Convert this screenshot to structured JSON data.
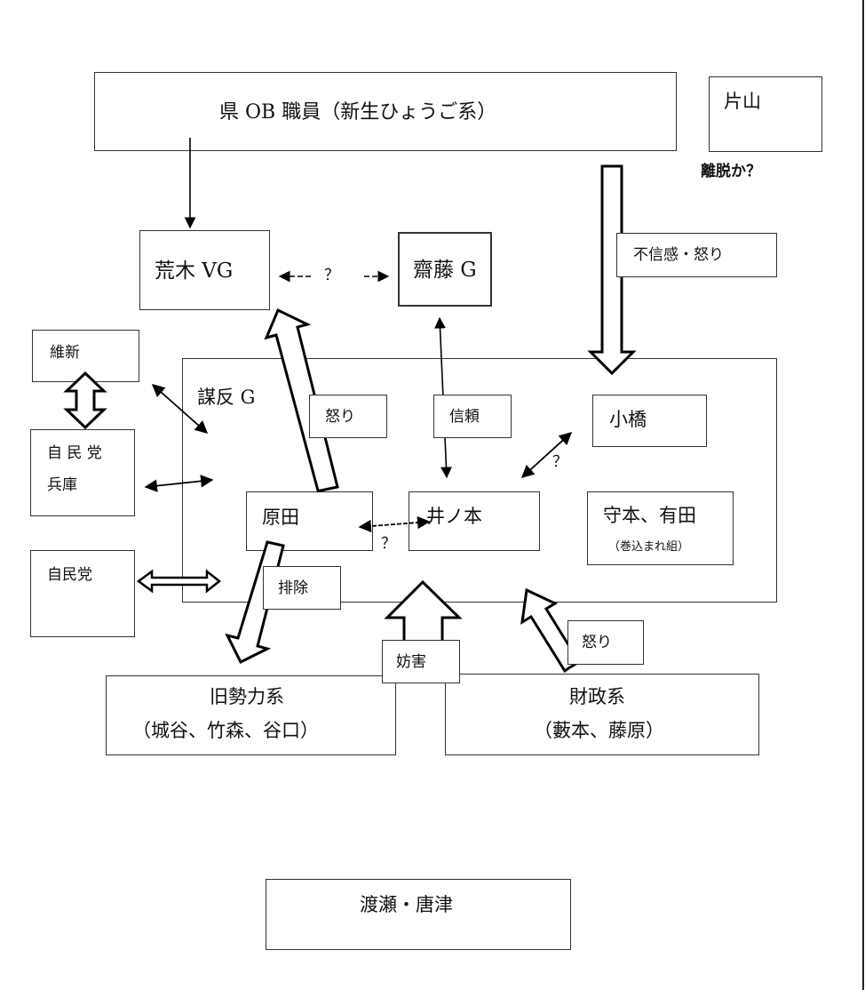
{
  "nodes": {
    "ken_ob": "県 OB 職員（新生ひょうご系）",
    "katayama": "片山",
    "katayama_note": "離脱か？",
    "araki": "荒木 VG",
    "saito": "齋藤 G",
    "ishin": "維新",
    "jimin_hyogo_1": "自 民 党",
    "jimin_hyogo_2": "兵庫",
    "jimin": "自民党",
    "muhon": "謀反 G",
    "harada": "原田",
    "inomoto": "井ノ本",
    "kohashi": "小橋",
    "morimoto": "守本、有田",
    "morimoto_note": "（巻込まれ組）",
    "kyuseiryoku_1": "旧勢力系",
    "kyuseiryoku_2": "（城谷、竹森、谷口）",
    "zaisei_1": "財政系",
    "zaisei_2": "（藪本、藤原）",
    "watase": "渡瀬・唐津"
  },
  "edge_labels": {
    "araki_saito_q": "？",
    "distrust": "不信感・怒り",
    "anger_harada": "怒り",
    "trust": "信頼",
    "kohashi_q": "？",
    "harada_inomoto_q": "？",
    "exclusion": "排除",
    "obstruction": "妨害",
    "anger_zaisei": "怒り"
  }
}
